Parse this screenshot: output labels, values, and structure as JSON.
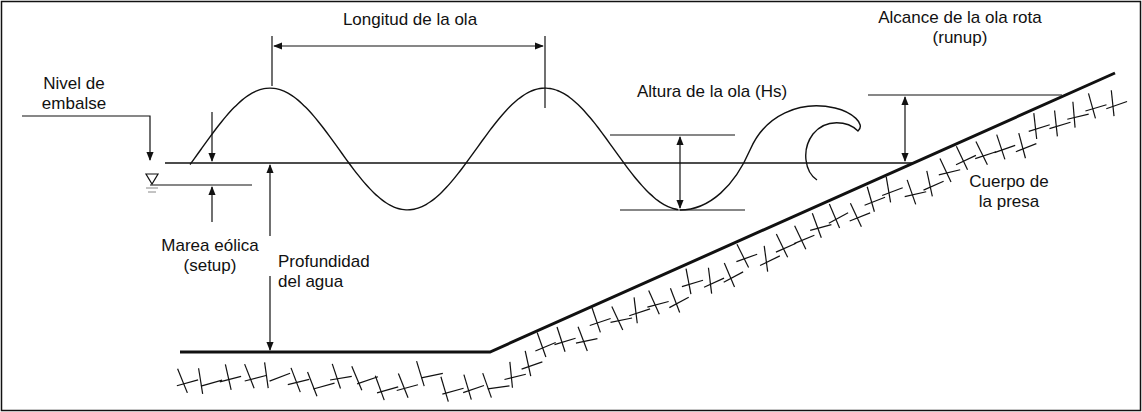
{
  "diagram": {
    "labels": [
      "Longitud de la ola",
      "Nivel de embalse",
      "Altura de la ola (Hs)",
      "Alcance de la ola rota (runup)",
      "Marea eólica (setup)",
      "Profundidad del agua",
      "Cuerpo de la presa"
    ]
  }
}
